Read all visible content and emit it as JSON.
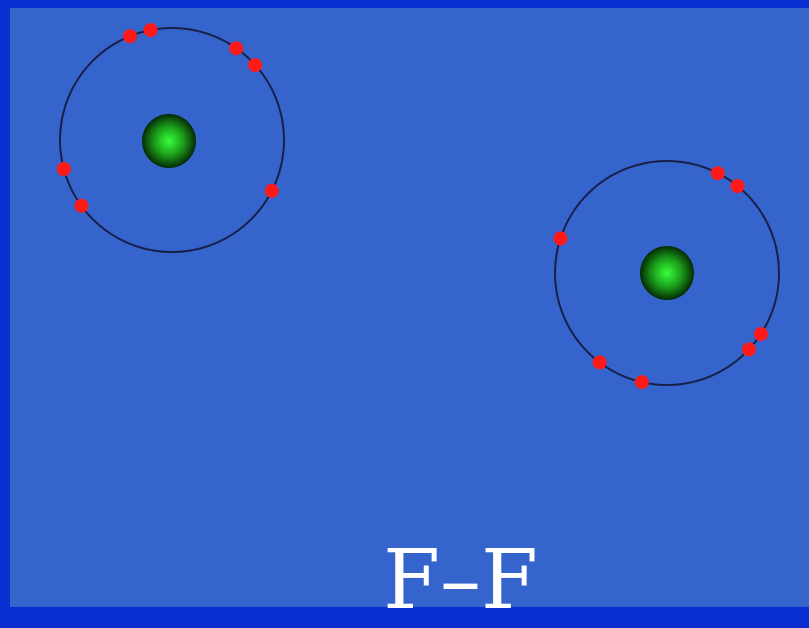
{
  "colors": {
    "frame": "#0a2fd0",
    "background": "#3565cc",
    "orbit": "#1a1f4a",
    "electron": "#ff1a1a",
    "nucleus_center": "#37ff3a",
    "nucleus_edge": "#0a4a0a"
  },
  "atoms": [
    {
      "element": "F",
      "electron_angles_deg": [
        248,
        259,
        305,
        318,
        144,
        165,
        27
      ]
    },
    {
      "element": "F",
      "electron_angles_deg": [
        297,
        309,
        33,
        43,
        127,
        103,
        198
      ]
    }
  ],
  "formula": "F–F"
}
